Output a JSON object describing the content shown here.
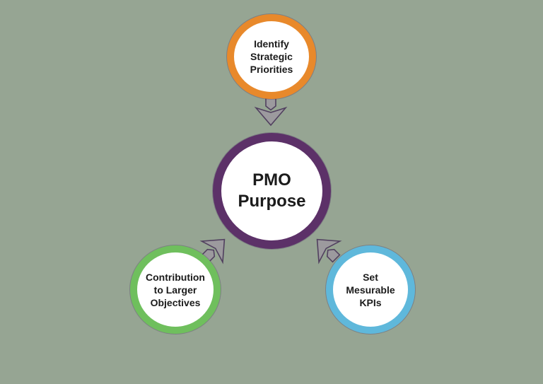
{
  "colors": {
    "background": "#96A593",
    "text": "#1B1B1B",
    "arrow_fill": "#9C9A9E",
    "arrow_outline": "#51405F"
  },
  "nodes": {
    "center": {
      "lines": [
        "PMO",
        "Purpose"
      ],
      "ring_color": "#5C3168"
    },
    "top": {
      "lines": [
        "Identify",
        "Strategic",
        "Priorities"
      ],
      "ring_color": "#E8892B"
    },
    "bottom_left": {
      "lines": [
        "Contribution",
        "to Larger",
        "Objectives"
      ],
      "ring_color": "#6FBF5D"
    },
    "bottom_right": {
      "lines": [
        "Set",
        "Mesurable",
        "KPIs"
      ],
      "ring_color": "#5FB8DB"
    }
  },
  "arrows": [
    {
      "direction": "down",
      "from": "top",
      "to": "center"
    },
    {
      "direction": "up-right",
      "from": "bottom_left",
      "to": "center"
    },
    {
      "direction": "up-left",
      "from": "bottom_right",
      "to": "center"
    }
  ]
}
